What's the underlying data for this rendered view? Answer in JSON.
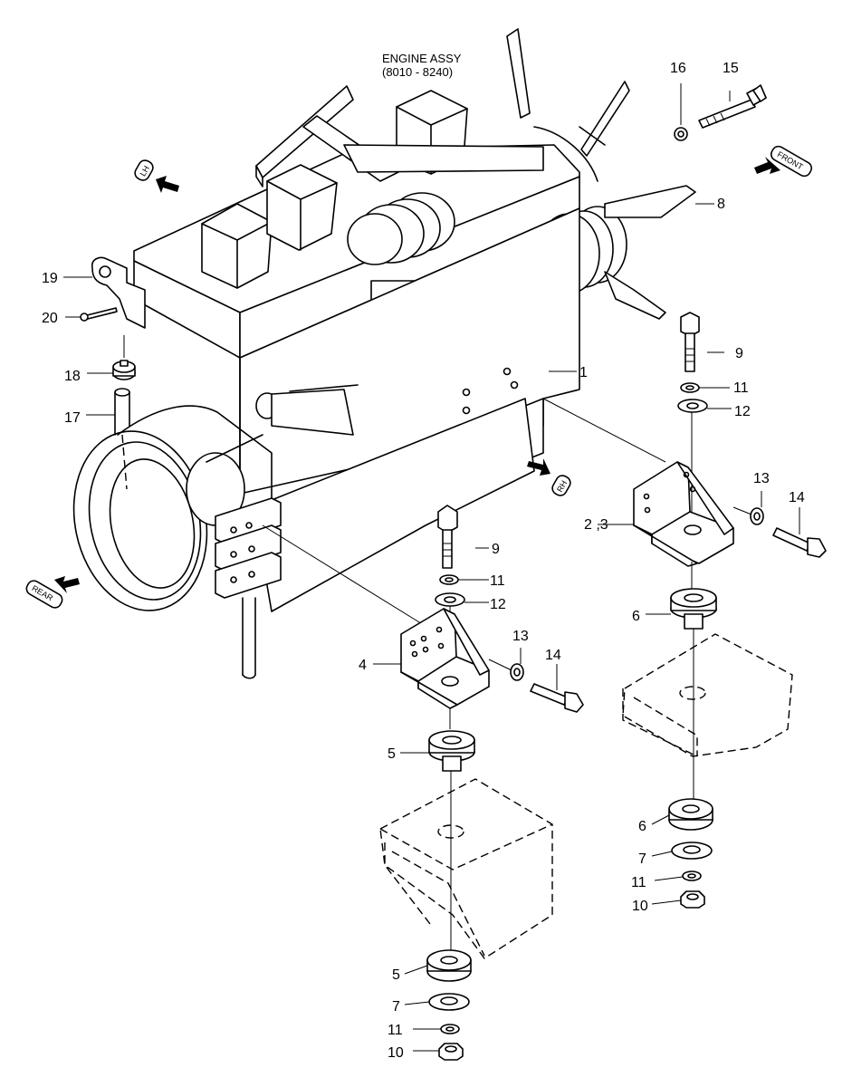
{
  "title": {
    "line1": "ENGINE ASSY",
    "line2": "(8010 - 8240)"
  },
  "directions": {
    "lh": "LH",
    "front": "FRONT",
    "rh": "RH",
    "rear": "REAR"
  },
  "callouts": {
    "c1": "1",
    "c23": "2 ,3",
    "c4": "4",
    "c5a": "5",
    "c5b": "5",
    "c6a": "6",
    "c6b": "6",
    "c7a": "7",
    "c7b": "7",
    "c8": "8",
    "c9a": "9",
    "c9b": "9",
    "c10a": "10",
    "c10b": "10",
    "c11a": "11",
    "c11b": "11",
    "c11c": "11",
    "c11d": "11",
    "c12a": "12",
    "c12b": "12",
    "c13a": "13",
    "c13b": "13",
    "c14a": "14",
    "c14b": "14",
    "c15": "15",
    "c16": "16",
    "c17": "17",
    "c18": "18",
    "c19": "19",
    "c20": "20"
  }
}
